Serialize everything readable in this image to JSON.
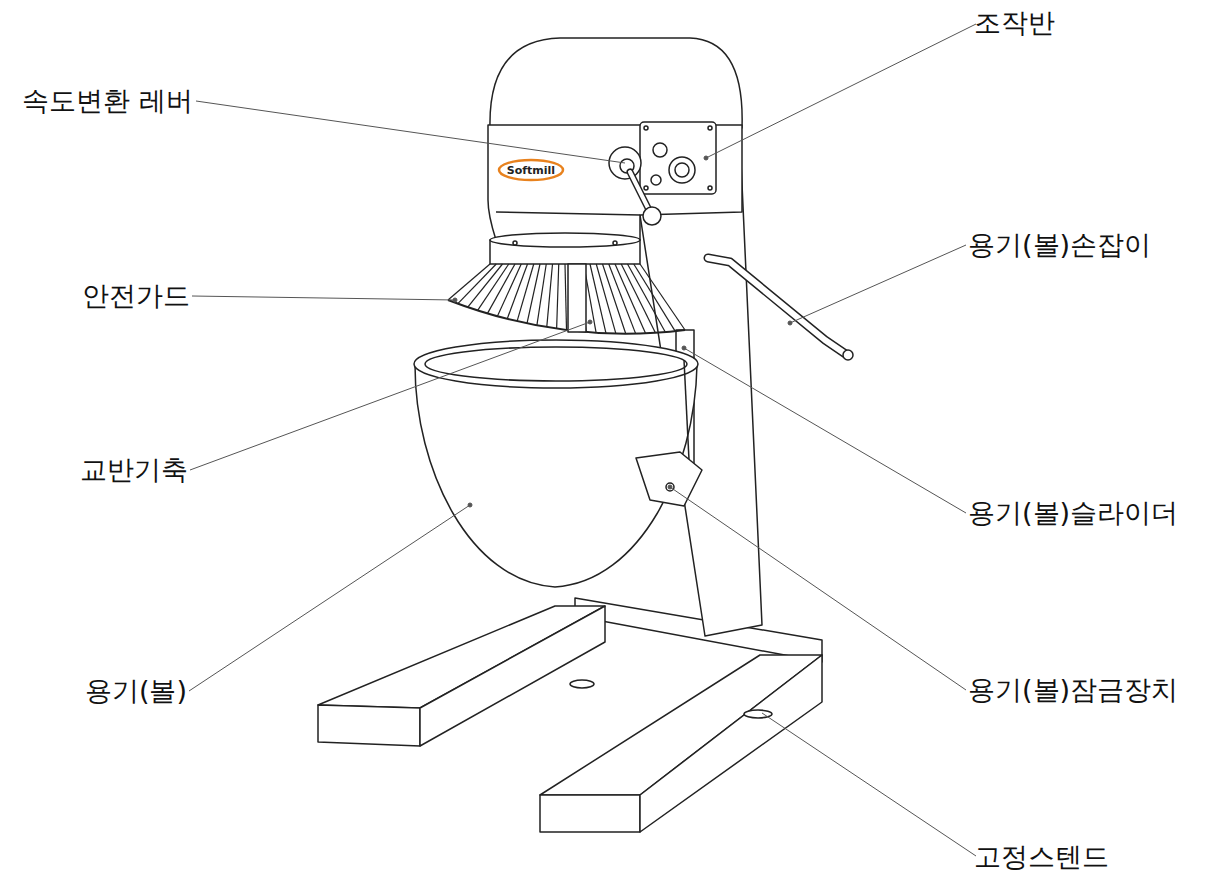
{
  "diagram": {
    "nodes": [
      {
        "text": [
          "Softmill"
        ]
      }
    ],
    "labels": [
      "조작반",
      "속도변환 레버",
      "용기(볼)손잡이",
      "안전가드",
      "교반기축",
      "용기(볼)슬라이더",
      "용기(볼)",
      "용기(볼)잠금장치",
      "고정스텐드"
    ]
  }
}
